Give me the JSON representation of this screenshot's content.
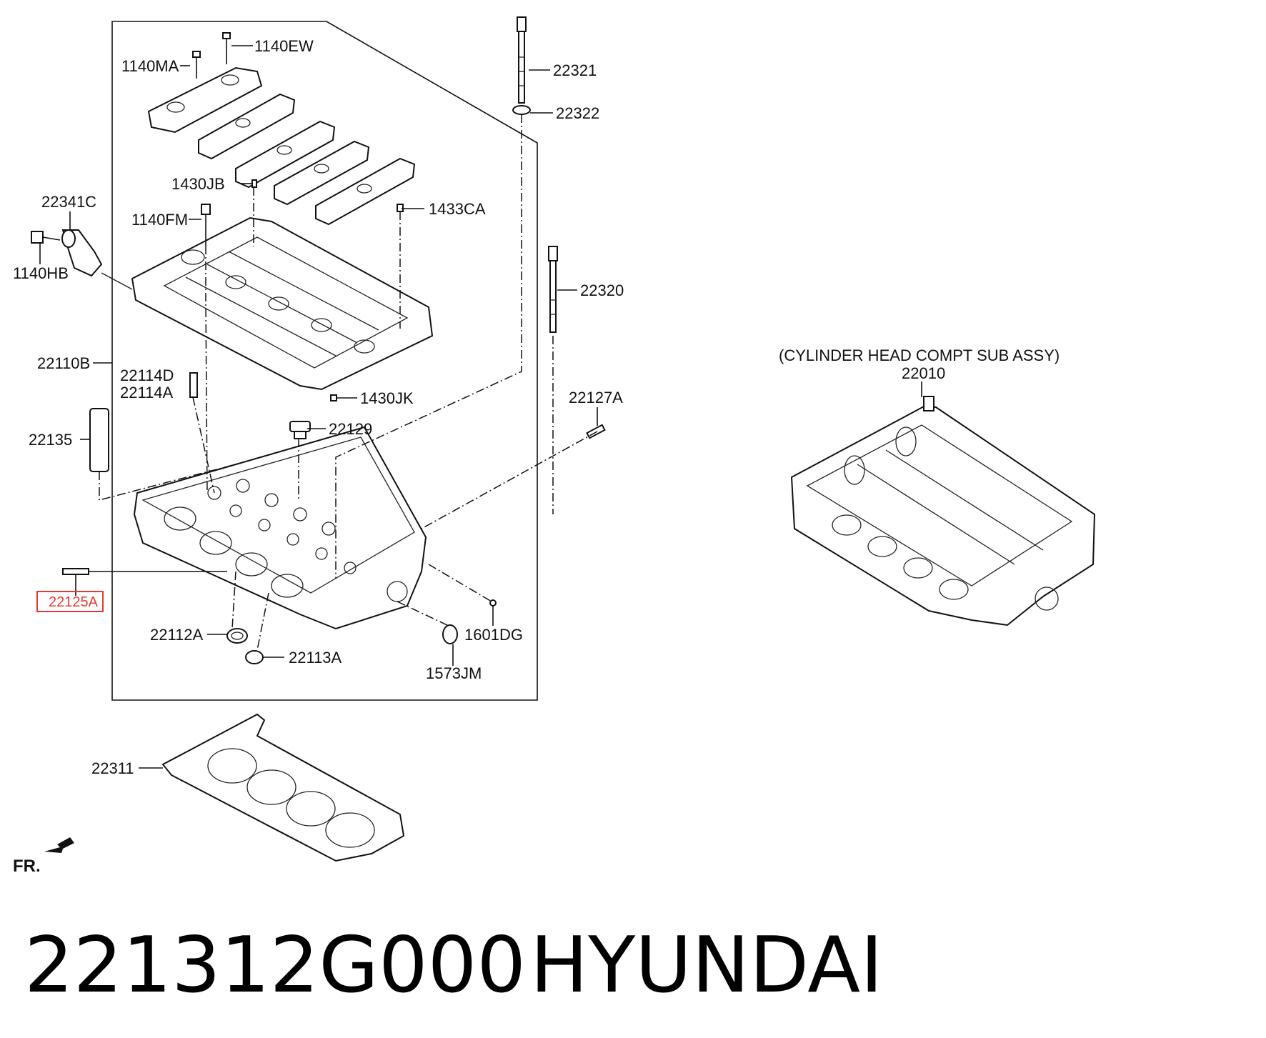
{
  "diagram": {
    "labels": {
      "p1140EW": "1140EW",
      "p1140MA": "1140MA",
      "p22321": "22321",
      "p22322": "22322",
      "p1430JB": "1430JB",
      "p22341C": "22341C",
      "p1433CA": "1433CA",
      "p1140FM": "1140FM",
      "p1140HB": "1140HB",
      "p22320": "22320",
      "p22110B": "22110B",
      "p22114D": "22114D",
      "p22114A": "22114A",
      "p1430JK": "1430JK",
      "p22127A": "22127A",
      "p22129": "22129",
      "p22135": "22135",
      "p22125A": "22125A",
      "p22112A": "22112A",
      "p1601DG": "1601DG",
      "p22113A": "22113A",
      "p1573JM": "1573JM",
      "p22311": "22311",
      "p22010": "22010",
      "sub_assy": "(CYLINDER HEAD COMPT SUB ASSY)",
      "front": "FR."
    },
    "highlighted_part": "22125A"
  },
  "caption": {
    "part_number": "221312G000",
    "brand": "HYUNDAI"
  }
}
